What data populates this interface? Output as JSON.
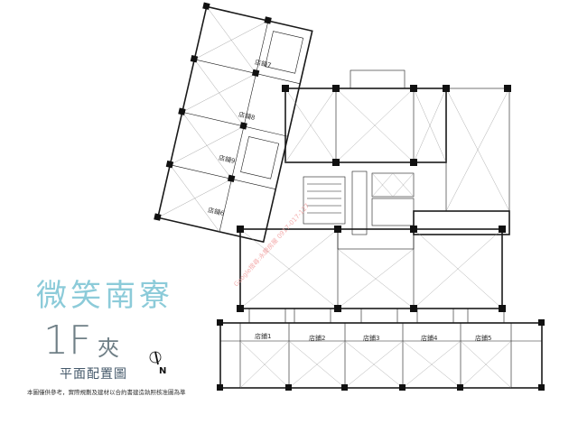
{
  "title": "微笑南寮",
  "floor": {
    "number": "1F",
    "suffix": "夾"
  },
  "subtitle": "平面配置圖",
  "disclaimer": "本圖僅供參考，實際規劃及建材以合約書建造執照核准圖為準",
  "compass": {
    "label": "N"
  },
  "watermark": "Google搜尋:永慶房屋 0917-017-127",
  "shops": {
    "shop1": "店鋪1",
    "shop2": "店鋪2",
    "shop3": "店鋪3",
    "shop4": "店鋪4",
    "shop5": "店鋪5",
    "shop6": "店鋪6",
    "shop7": "店鋪7",
    "shop8": "店鋪8",
    "shop9": "店鋪9"
  },
  "colors": {
    "title": "#8ccbd9",
    "floor": "#6f7f86",
    "lines": "#1a1a1a",
    "watermark": "#f2a0a0"
  }
}
